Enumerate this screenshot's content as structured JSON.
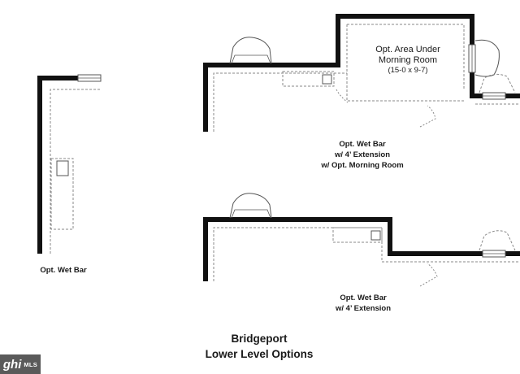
{
  "labels": {
    "left_plan": "Opt. Wet Bar",
    "area_title_1": "Opt. Area Under",
    "area_title_2": "Morning Room",
    "area_dims": "(15-0 x 9-7)",
    "top_plan_1": "Opt. Wet Bar",
    "top_plan_2": "w/ 4’ Extension",
    "top_plan_3": "w/ Opt. Morning Room",
    "bottom_plan_1": "Opt. Wet Bar",
    "bottom_plan_2": "w/ 4’ Extension",
    "title_1": "Bridgeport",
    "title_2": "Lower Level Options"
  },
  "watermark": {
    "brand": "ghi",
    "suffix": "MLS"
  },
  "colors": {
    "wall": "#111111",
    "dashed": "#8a8a8a",
    "fixture": "#555555",
    "background": "#ffffff"
  }
}
